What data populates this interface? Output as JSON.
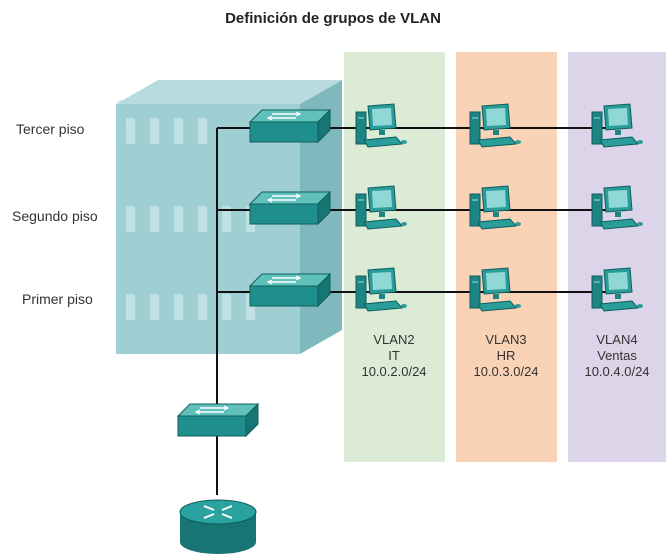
{
  "title": "Definición de grupos de VLAN",
  "floors": [
    "Tercer piso",
    "Segundo piso",
    "Primer piso"
  ],
  "vlans": [
    {
      "name": "VLAN2",
      "dept": "IT",
      "subnet": "10.0.2.0/24",
      "color": "#dcebd6"
    },
    {
      "name": "VLAN3",
      "dept": "HR",
      "subnet": "10.0.3.0/24",
      "color": "#fad2b6"
    },
    {
      "name": "VLAN4",
      "dept": "Ventas",
      "subnet": "10.0.4.0/24",
      "color": "#dcd4e9"
    }
  ],
  "colors": {
    "building": "#9fcfd3",
    "switch": "#1f8f8d",
    "pc": "#2a9c9a",
    "line": "#111111"
  },
  "icons": {
    "switch": "switch-icon",
    "router": "router-icon",
    "pc": "pc-icon",
    "building": "building-icon"
  }
}
